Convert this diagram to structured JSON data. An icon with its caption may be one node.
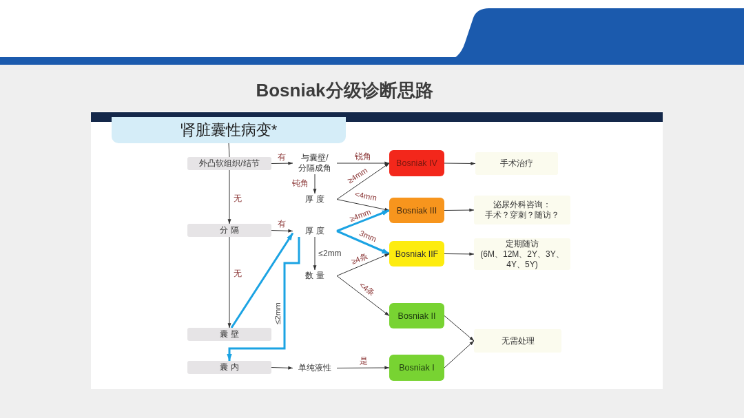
{
  "diagram": {
    "title": "Bosniak分级诊断思路",
    "nodes": [
      {
        "text": [
          "肾脏囊性病变*"
        ]
      },
      {
        "text": [
          "外凸软组织/结节"
        ]
      },
      {
        "text": [
          "与囊壁/分隔成角"
        ]
      },
      {
        "text": [
          "Bosniak IV"
        ]
      },
      {
        "text": [
          "手术治疗"
        ]
      },
      {
        "text": [
          "厚 度"
        ]
      },
      {
        "text": [
          "Bosniak III"
        ]
      },
      {
        "text": [
          "泌尿外科咨询：",
          "手术？穿刺？随访？"
        ]
      },
      {
        "text": [
          "分 隔"
        ]
      },
      {
        "text": [
          "厚 度"
        ]
      },
      {
        "text": [
          "Bosniak IIF"
        ]
      },
      {
        "text": [
          "定期随访",
          "(6M、12M、2Y、3Y、4Y、5Y)"
        ]
      },
      {
        "text": [
          "数 量"
        ]
      },
      {
        "text": [
          "Bosniak II"
        ]
      },
      {
        "text": [
          "无需处理"
        ]
      },
      {
        "text": [
          "囊 壁"
        ]
      },
      {
        "text": [
          "囊 内"
        ]
      },
      {
        "text": [
          "单纯液性"
        ]
      },
      {
        "text": [
          "Bosniak I"
        ]
      }
    ],
    "edges": [
      {
        "from": 0,
        "to": 1,
        "arrow": "none"
      },
      {
        "from": 1,
        "to": 2,
        "arrow": "to",
        "label": "有"
      },
      {
        "from": 1,
        "to": 8,
        "arrow": "to",
        "label": "无"
      },
      {
        "from": 2,
        "to": 3,
        "arrow": "to",
        "label": "锐角"
      },
      {
        "from": 2,
        "to": 5,
        "arrow": "to",
        "label": "钝角"
      },
      {
        "from": 5,
        "to": 3,
        "arrow": "to",
        "label": "≥4mm"
      },
      {
        "from": 5,
        "to": 6,
        "arrow": "to",
        "label": "<4mm"
      },
      {
        "from": 3,
        "to": 4,
        "arrow": "to"
      },
      {
        "from": 6,
        "to": 7,
        "arrow": "to"
      },
      {
        "from": 8,
        "to": 9,
        "arrow": "to",
        "label": "有"
      },
      {
        "from": 8,
        "to": 15,
        "arrow": "to",
        "label": "无"
      },
      {
        "from": 9,
        "to": 6,
        "arrow": "to",
        "label": "≥4mm",
        "style": "thick",
        "color": "#1ba3e3"
      },
      {
        "from": 9,
        "to": 10,
        "arrow": "to",
        "label": "3mm",
        "style": "thick",
        "color": "#1ba3e3"
      },
      {
        "from": 9,
        "to": 12,
        "arrow": "to",
        "label": "≤2mm"
      },
      {
        "from": 10,
        "to": 11,
        "arrow": "to"
      },
      {
        "from": 12,
        "to": 10,
        "arrow": "to",
        "label": "≥4条"
      },
      {
        "from": 12,
        "to": 13,
        "arrow": "to",
        "label": "<4条"
      },
      {
        "from": 13,
        "to": 14,
        "arrow": "to"
      },
      {
        "from": 18,
        "to": 14,
        "arrow": "to"
      },
      {
        "from": 15,
        "to": 9,
        "arrow": "to",
        "style": "thick",
        "color": "#1ba3e3"
      },
      {
        "from": 9,
        "to": 16,
        "arrow": "to",
        "label": "≤2mm",
        "style": "thick",
        "color": "#1ba3e3"
      },
      {
        "from": 16,
        "to": 17,
        "arrow": "to"
      },
      {
        "from": 17,
        "to": 18,
        "arrow": "to",
        "label": "是"
      }
    ]
  }
}
